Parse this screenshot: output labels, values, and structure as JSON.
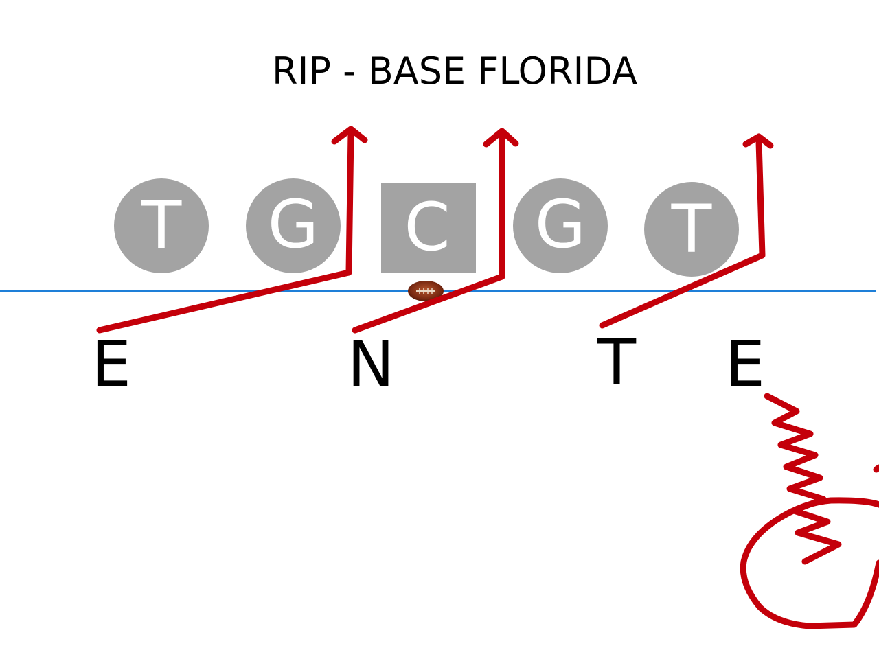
{
  "title": "RIP - BASE FLORIDA",
  "colors": {
    "line_of_scrimmage": "#1e7fd8",
    "offense_fill": "#a3a3a3",
    "route": "#c4000a",
    "defense_text": "#000000",
    "offense_text": "#ffffff"
  },
  "offense": [
    {
      "label": "T",
      "shape": "circle"
    },
    {
      "label": "G",
      "shape": "circle"
    },
    {
      "label": "C",
      "shape": "square"
    },
    {
      "label": "G",
      "shape": "circle"
    },
    {
      "label": "T",
      "shape": "circle"
    }
  ],
  "defense": [
    {
      "label": "E"
    },
    {
      "label": "N"
    },
    {
      "label": "T"
    },
    {
      "label": "E"
    }
  ],
  "ball": {
    "icon": "football-icon"
  }
}
